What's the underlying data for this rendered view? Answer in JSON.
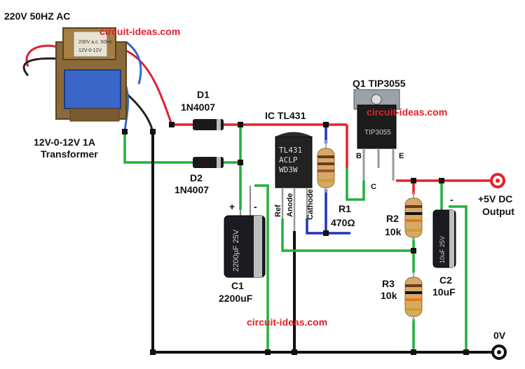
{
  "title": "220V 50HZ AC",
  "watermarks": [
    "circuit-ideas.com",
    "circuit-ideas.com",
    "circuit-ideas.com"
  ],
  "transformer": {
    "label_line1": "12V-0-12V 1A",
    "label_line2": "Transformer",
    "body_print": "230V a.c. 50Hz",
    "body_print2": "12V-0-12V"
  },
  "d1": {
    "name": "D1",
    "value": "1N4007"
  },
  "d2": {
    "name": "D2",
    "value": "1N4007"
  },
  "c1": {
    "name": "C1",
    "value": "2200uF",
    "plus": "+",
    "minus": "-",
    "body_print": "2200µF 25V"
  },
  "ic": {
    "label": "IC TL431",
    "print1": "TL431",
    "print2": "ACLP",
    "print3": "WD3W",
    "pin_ref": "Ref",
    "pin_anode": "Anode",
    "pin_cathode": "Cathode"
  },
  "r1": {
    "name": "R1",
    "value": "470Ω"
  },
  "q1": {
    "label": "Q1 TIP3055",
    "pin_b": "B",
    "pin_c": "C",
    "pin_e": "E",
    "body_print": "TIP3055"
  },
  "r2": {
    "name": "R2",
    "value": "10k"
  },
  "r3": {
    "name": "R3",
    "value": "10k"
  },
  "c2": {
    "name": "C2",
    "value": "10uF",
    "plus": "+",
    "minus": "-",
    "body_print": "10uF 25V"
  },
  "output": {
    "line1": "+5V DC",
    "line2": "Output"
  },
  "ground": {
    "label": "0V"
  },
  "colors": {
    "wire_red": "#e8202a",
    "wire_green": "#22b03a",
    "wire_black": "#111111",
    "wire_blue": "#2233bb",
    "watermark": "#e0202a"
  }
}
